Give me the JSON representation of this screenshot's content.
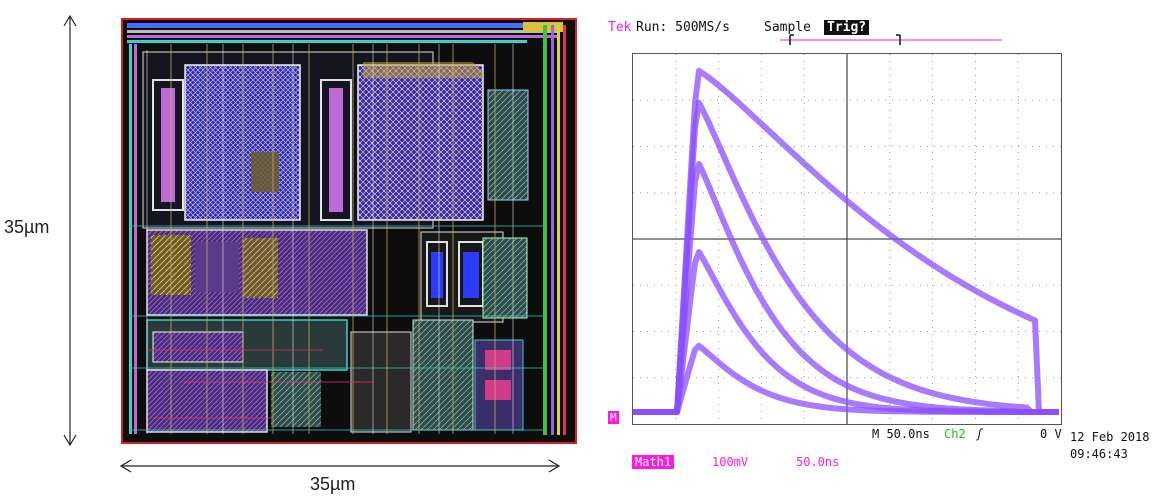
{
  "dimensions": {
    "height_label": "35µm",
    "width_label": "35µm"
  },
  "scope": {
    "brand": "Tek",
    "run_status": "Run: 500MS/s",
    "acquire_mode": "Sample",
    "trig_badge": "Trig?",
    "ground_marker": "M",
    "timebase": "M 50.0ns",
    "trigger_channel": "Ch2",
    "trigger_slope_symbol": "ʃ",
    "trigger_level": "0 V",
    "date": "12 Feb 2018",
    "time": "09:46:43",
    "math_label": "Math1",
    "math_scale": "100mV",
    "math_time": "50.0ns",
    "trace_color": "#8a4dff",
    "accent_color": "#ff1adf"
  }
}
